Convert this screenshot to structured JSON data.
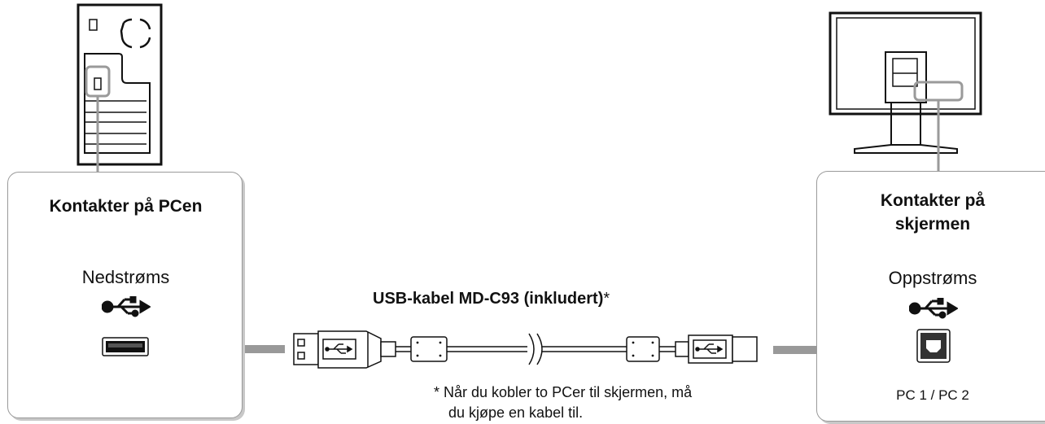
{
  "left_panel": {
    "title": "Kontakter på PCen",
    "port_label": "Nedstrøms",
    "usb_symbol": "usb-trident-icon",
    "port_type": "usb-type-a-icon"
  },
  "right_panel": {
    "title_line1": "Kontakter på",
    "title_line2": "skjermen",
    "port_label": "Oppstrøms",
    "usb_symbol": "usb-trident-icon",
    "port_type": "usb-type-b-icon",
    "sub_label": "PC 1 / PC 2"
  },
  "cable": {
    "label": "USB-kabel MD-C93 (inkludert)",
    "asterisk": "*"
  },
  "footnote": {
    "line1": "* Når du kobler to PCer til skjermen, må",
    "line2": "du kjøpe en kabel til."
  },
  "colors": {
    "arrow": "#999999",
    "box_border": "#9a9a9a",
    "line": "#111111"
  }
}
